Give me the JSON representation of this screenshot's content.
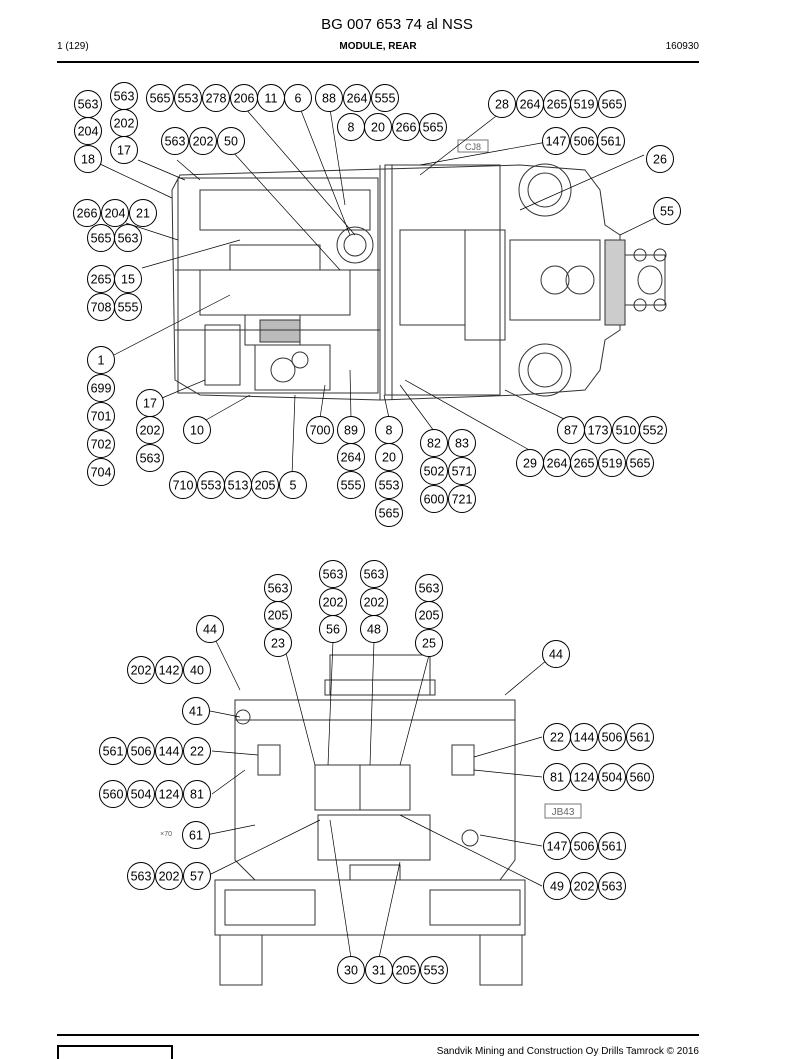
{
  "header": {
    "doc_code": "BG 007 653 74 al NSS",
    "page": "1 (129)",
    "title": "MODULE, REAR",
    "date": "160930"
  },
  "footer": {
    "copyright": "Sandvik Mining and Construction Oy Drills Tamrock © 2016"
  },
  "annotations": {
    "jb_top": "CJ8",
    "jb_bottom": "JB43",
    "small_mark": "×70"
  },
  "callouts": [
    "563",
    "563",
    "204",
    "18",
    "202",
    "17",
    "565",
    "553",
    "278",
    "206",
    "11",
    "6",
    "88",
    "264",
    "555",
    "8",
    "20",
    "266",
    "565",
    "563",
    "202",
    "50",
    "28",
    "264",
    "265",
    "519",
    "565",
    "147",
    "506",
    "561",
    "26",
    "266",
    "204",
    "21",
    "565",
    "563",
    "55",
    "265",
    "15",
    "708",
    "555",
    "1",
    "699",
    "701",
    "702",
    "704",
    "17",
    "202",
    "563",
    "10",
    "710",
    "553",
    "513",
    "205",
    "5",
    "700",
    "89",
    "264",
    "555",
    "8",
    "20",
    "553",
    "565",
    "82",
    "83",
    "502",
    "571",
    "600",
    "721",
    "87",
    "173",
    "510",
    "552",
    "29",
    "264",
    "265",
    "519",
    "565",
    "563",
    "205",
    "563",
    "202",
    "56",
    "563",
    "202",
    "48",
    "563",
    "205",
    "44",
    "23",
    "25",
    "202",
    "142",
    "40",
    "44",
    "41",
    "22",
    "144",
    "506",
    "561",
    "561",
    "506",
    "144",
    "22",
    "81",
    "124",
    "504",
    "560",
    "560",
    "504",
    "124",
    "81",
    "147",
    "506",
    "561",
    "61",
    "563",
    "202",
    "57",
    "49",
    "202",
    "563",
    "30",
    "31",
    "205",
    "553"
  ]
}
